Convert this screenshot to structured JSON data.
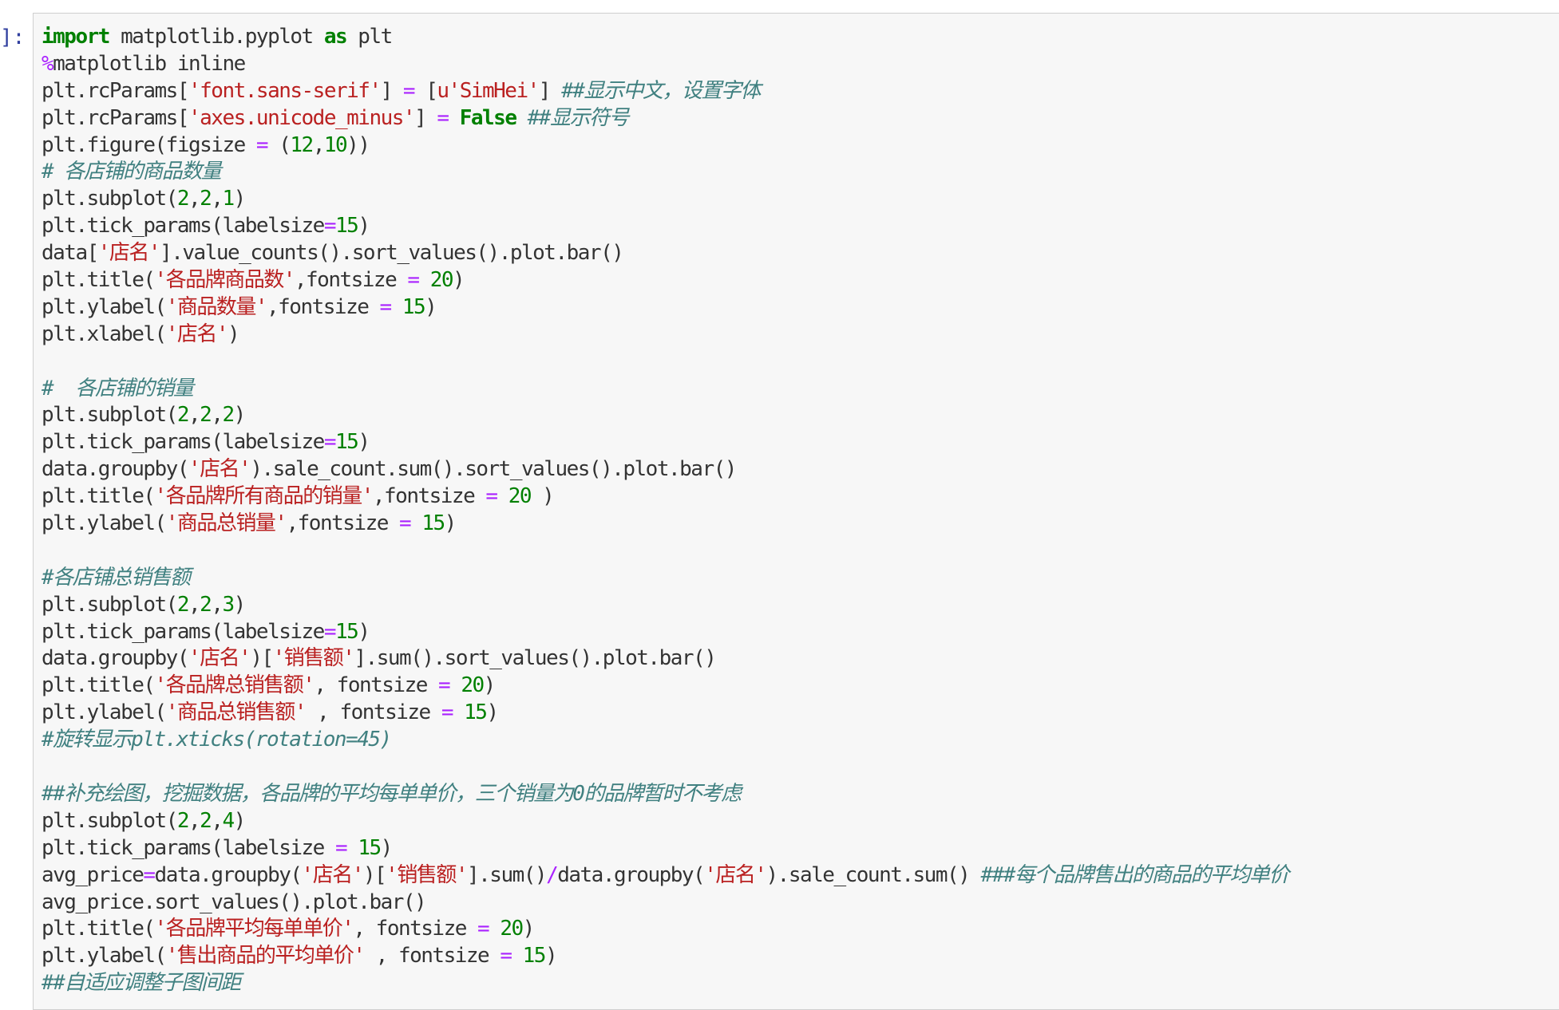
{
  "cell": {
    "prompt": "]:",
    "lines": [
      [
        {
          "t": "import",
          "c": "kw"
        },
        {
          "t": " matplotlib.pyplot "
        },
        {
          "t": "as",
          "c": "kw"
        },
        {
          "t": " plt"
        }
      ],
      [
        {
          "t": "%",
          "c": "op"
        },
        {
          "t": "matplotlib inline"
        }
      ],
      [
        {
          "t": "plt.rcParams["
        },
        {
          "t": "'font.sans-serif'",
          "c": "str"
        },
        {
          "t": "] "
        },
        {
          "t": "=",
          "c": "op"
        },
        {
          "t": " ["
        },
        {
          "t": "u'SimHei'",
          "c": "str"
        },
        {
          "t": "] "
        },
        {
          "t": "##显示中文，设置字体",
          "c": "cm"
        }
      ],
      [
        {
          "t": "plt.rcParams["
        },
        {
          "t": "'axes.unicode_minus'",
          "c": "str"
        },
        {
          "t": "] "
        },
        {
          "t": "=",
          "c": "op"
        },
        {
          "t": " "
        },
        {
          "t": "False",
          "c": "kw"
        },
        {
          "t": " "
        },
        {
          "t": "##显示符号",
          "c": "cm"
        }
      ],
      [
        {
          "t": "plt.figure(figsize "
        },
        {
          "t": "=",
          "c": "op"
        },
        {
          "t": " ("
        },
        {
          "t": "12",
          "c": "num"
        },
        {
          "t": ","
        },
        {
          "t": "10",
          "c": "num"
        },
        {
          "t": "))"
        }
      ],
      [
        {
          "t": "# 各店铺的商品数量",
          "c": "cm"
        }
      ],
      [
        {
          "t": "plt.subplot("
        },
        {
          "t": "2",
          "c": "num"
        },
        {
          "t": ","
        },
        {
          "t": "2",
          "c": "num"
        },
        {
          "t": ","
        },
        {
          "t": "1",
          "c": "num"
        },
        {
          "t": ")"
        }
      ],
      [
        {
          "t": "plt.tick_params(labelsize"
        },
        {
          "t": "=",
          "c": "op"
        },
        {
          "t": "15",
          "c": "num"
        },
        {
          "t": ")"
        }
      ],
      [
        {
          "t": "data["
        },
        {
          "t": "'店名'",
          "c": "str"
        },
        {
          "t": "].value_counts().sort_values().plot.bar()"
        }
      ],
      [
        {
          "t": "plt.title("
        },
        {
          "t": "'各品牌商品数'",
          "c": "str"
        },
        {
          "t": ",fontsize "
        },
        {
          "t": "=",
          "c": "op"
        },
        {
          "t": " "
        },
        {
          "t": "20",
          "c": "num"
        },
        {
          "t": ")"
        }
      ],
      [
        {
          "t": "plt.ylabel("
        },
        {
          "t": "'商品数量'",
          "c": "str"
        },
        {
          "t": ",fontsize "
        },
        {
          "t": "=",
          "c": "op"
        },
        {
          "t": " "
        },
        {
          "t": "15",
          "c": "num"
        },
        {
          "t": ")"
        }
      ],
      [
        {
          "t": "plt.xlabel("
        },
        {
          "t": "'店名'",
          "c": "str"
        },
        {
          "t": ")"
        }
      ],
      [],
      [
        {
          "t": "#  各店铺的销量",
          "c": "cm"
        }
      ],
      [
        {
          "t": "plt.subplot("
        },
        {
          "t": "2",
          "c": "num"
        },
        {
          "t": ","
        },
        {
          "t": "2",
          "c": "num"
        },
        {
          "t": ","
        },
        {
          "t": "2",
          "c": "num"
        },
        {
          "t": ")"
        }
      ],
      [
        {
          "t": "plt.tick_params(labelsize"
        },
        {
          "t": "=",
          "c": "op"
        },
        {
          "t": "15",
          "c": "num"
        },
        {
          "t": ")"
        }
      ],
      [
        {
          "t": "data.groupby("
        },
        {
          "t": "'店名'",
          "c": "str"
        },
        {
          "t": ").sale_count.sum().sort_values().plot.bar()"
        }
      ],
      [
        {
          "t": "plt.title("
        },
        {
          "t": "'各品牌所有商品的销量'",
          "c": "str"
        },
        {
          "t": ",fontsize "
        },
        {
          "t": "=",
          "c": "op"
        },
        {
          "t": " "
        },
        {
          "t": "20",
          "c": "num"
        },
        {
          "t": " )"
        }
      ],
      [
        {
          "t": "plt.ylabel("
        },
        {
          "t": "'商品总销量'",
          "c": "str"
        },
        {
          "t": ",fontsize "
        },
        {
          "t": "=",
          "c": "op"
        },
        {
          "t": " "
        },
        {
          "t": "15",
          "c": "num"
        },
        {
          "t": ")"
        }
      ],
      [],
      [
        {
          "t": "#各店铺总销售额",
          "c": "cm"
        }
      ],
      [
        {
          "t": "plt.subplot("
        },
        {
          "t": "2",
          "c": "num"
        },
        {
          "t": ","
        },
        {
          "t": "2",
          "c": "num"
        },
        {
          "t": ","
        },
        {
          "t": "3",
          "c": "num"
        },
        {
          "t": ")"
        }
      ],
      [
        {
          "t": "plt.tick_params(labelsize"
        },
        {
          "t": "=",
          "c": "op"
        },
        {
          "t": "15",
          "c": "num"
        },
        {
          "t": ")"
        }
      ],
      [
        {
          "t": "data.groupby("
        },
        {
          "t": "'店名'",
          "c": "str"
        },
        {
          "t": ")["
        },
        {
          "t": "'销售额'",
          "c": "str"
        },
        {
          "t": "].sum().sort_values().plot.bar()"
        }
      ],
      [
        {
          "t": "plt.title("
        },
        {
          "t": "'各品牌总销售额'",
          "c": "str"
        },
        {
          "t": ", fontsize "
        },
        {
          "t": "=",
          "c": "op"
        },
        {
          "t": " "
        },
        {
          "t": "20",
          "c": "num"
        },
        {
          "t": ")"
        }
      ],
      [
        {
          "t": "plt.ylabel("
        },
        {
          "t": "'商品总销售额'",
          "c": "str"
        },
        {
          "t": " , fontsize "
        },
        {
          "t": "=",
          "c": "op"
        },
        {
          "t": " "
        },
        {
          "t": "15",
          "c": "num"
        },
        {
          "t": ")"
        }
      ],
      [
        {
          "t": "#旋转显示plt.xticks(rotation=45)",
          "c": "cm"
        }
      ],
      [],
      [
        {
          "t": "##补充绘图，挖掘数据，各品牌的平均每单单价，三个销量为0的品牌暂时不考虑",
          "c": "cm"
        }
      ],
      [
        {
          "t": "plt.subplot("
        },
        {
          "t": "2",
          "c": "num"
        },
        {
          "t": ","
        },
        {
          "t": "2",
          "c": "num"
        },
        {
          "t": ","
        },
        {
          "t": "4",
          "c": "num"
        },
        {
          "t": ")"
        }
      ],
      [
        {
          "t": "plt.tick_params(labelsize "
        },
        {
          "t": "=",
          "c": "op"
        },
        {
          "t": " "
        },
        {
          "t": "15",
          "c": "num"
        },
        {
          "t": ")"
        }
      ],
      [
        {
          "t": "avg_price"
        },
        {
          "t": "=",
          "c": "op"
        },
        {
          "t": "data.groupby("
        },
        {
          "t": "'店名'",
          "c": "str"
        },
        {
          "t": ")["
        },
        {
          "t": "'销售额'",
          "c": "str"
        },
        {
          "t": "].sum()"
        },
        {
          "t": "/",
          "c": "op"
        },
        {
          "t": "data.groupby("
        },
        {
          "t": "'店名'",
          "c": "str"
        },
        {
          "t": ").sale_count.sum() "
        },
        {
          "t": "###每个品牌售出的商品的平均单价",
          "c": "cm"
        }
      ],
      [
        {
          "t": "avg_price.sort_values().plot.bar()"
        }
      ],
      [
        {
          "t": "plt.title("
        },
        {
          "t": "'各品牌平均每单单价'",
          "c": "str"
        },
        {
          "t": ", fontsize "
        },
        {
          "t": "=",
          "c": "op"
        },
        {
          "t": " "
        },
        {
          "t": "20",
          "c": "num"
        },
        {
          "t": ")"
        }
      ],
      [
        {
          "t": "plt.ylabel("
        },
        {
          "t": "'售出商品的平均单价'",
          "c": "str"
        },
        {
          "t": " , fontsize "
        },
        {
          "t": "=",
          "c": "op"
        },
        {
          "t": " "
        },
        {
          "t": "15",
          "c": "num"
        },
        {
          "t": ")"
        }
      ],
      [
        {
          "t": "##自适应调整子图间距",
          "c": "cm"
        }
      ]
    ]
  }
}
